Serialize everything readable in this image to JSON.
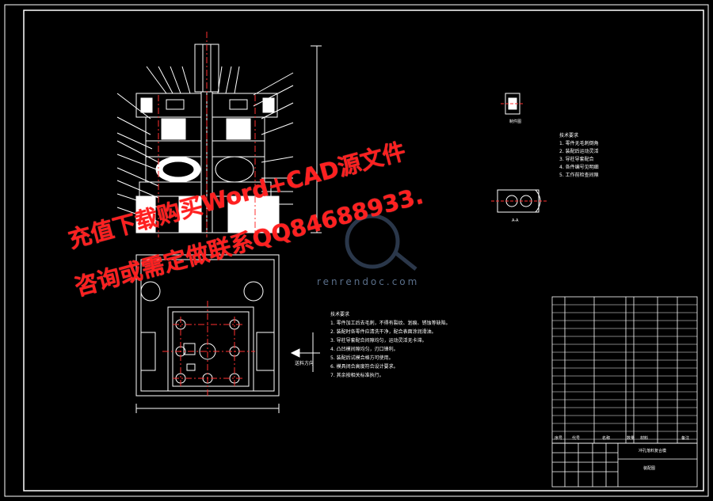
{
  "watermark": {
    "line1": "充值下载购买Word+CAD源文件",
    "line2": "咨询或需定做联系QQ84688933.",
    "site": "renrendoc.com"
  },
  "notes": {
    "title": "技术要求",
    "items": [
      "1. 零件无毛刺倒角",
      "2. 装配后运动灵活",
      "3. 导柱导套配合",
      "4. 各件编号见明细",
      "5. 工作前检查间隙"
    ]
  },
  "requirements": {
    "title": "技术要求",
    "items": [
      "1. 零件加工后去毛刺，不得有裂纹、划痕、锈蚀等缺陷。",
      "2. 装配时各零件应清洗干净，配合表面涂润滑油。",
      "3. 导柱导套配合间隙均匀，运动灵活无卡滞。",
      "4. 凸凹模间隙均匀，刃口锋利。",
      "5. 装配后试模合格方可使用。",
      "6. 模具闭合高度符合设计要求。",
      "7. 其余按相关标准执行。"
    ]
  },
  "side_labels": {
    "section_a": "A-A",
    "part_view": "制件图",
    "feed_direction": "送料方向"
  },
  "titleblock": {
    "columns": [
      "序号",
      "代号",
      "名称",
      "数量",
      "材料",
      "备注"
    ],
    "drawing_title": "冲孔落料复合模",
    "drawing_subtitle": "装配图"
  },
  "colors": {
    "background": "#000000",
    "lines": "#ffffff",
    "center_lines": "#ff3030",
    "watermark": "#ff2020"
  }
}
